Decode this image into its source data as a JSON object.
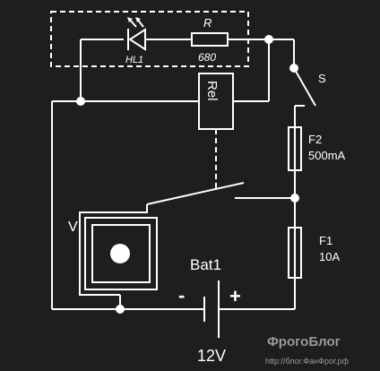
{
  "labels": {
    "led": "HL1",
    "resistor": "R",
    "resistor_value": "680",
    "relay": "Rel",
    "switch": "S",
    "fuse2": "F2",
    "fuse2_value": "500mA",
    "fuse1": "F1",
    "fuse1_value": "10A",
    "voltmeter": "V",
    "battery": "Bat1",
    "battery_minus": "-",
    "battery_plus": "+",
    "battery_voltage": "12V"
  },
  "watermark": {
    "title": "ФрогоБлог",
    "url": "http://блог.ФанФрог.рф"
  },
  "colors": {
    "background": "#1e1e1e",
    "lines": "#ffffff",
    "watermark": "#9a9a9a"
  }
}
